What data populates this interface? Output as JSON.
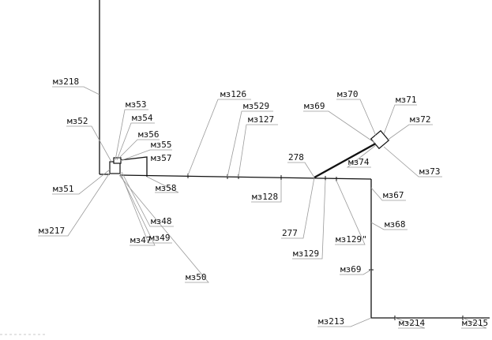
{
  "diagram": {
    "labels": {
      "mz218": "мз218",
      "mz53": "мз53",
      "mz54": "мз54",
      "mz52": "мз52",
      "mz56": "мз56",
      "mz55": "мз55",
      "mz57": "мз57",
      "mz51": "мз51",
      "mz217": "мз217",
      "mz47": "мз47",
      "mz48": "мз48",
      "mz49": "мз49",
      "mz50": "мз50",
      "mz58": "мз58",
      "mz126": "мз126",
      "mz529": "мз529",
      "mz127": "мз127",
      "mz128": "мз128",
      "n278": "278",
      "n277": "277",
      "mz129": "мз129",
      "mz129q": "мз129\"",
      "mz69a": "мз69",
      "mz70": "мз70",
      "mz71": "мз71",
      "mz72": "мз72",
      "mz73": "мз73",
      "mz74": "мз74",
      "mz67": "мз67",
      "mz68": "мз68",
      "mz69b": "мз69",
      "mz213": "мз213",
      "mz214": "мз214",
      "mz215": "мз215"
    }
  }
}
